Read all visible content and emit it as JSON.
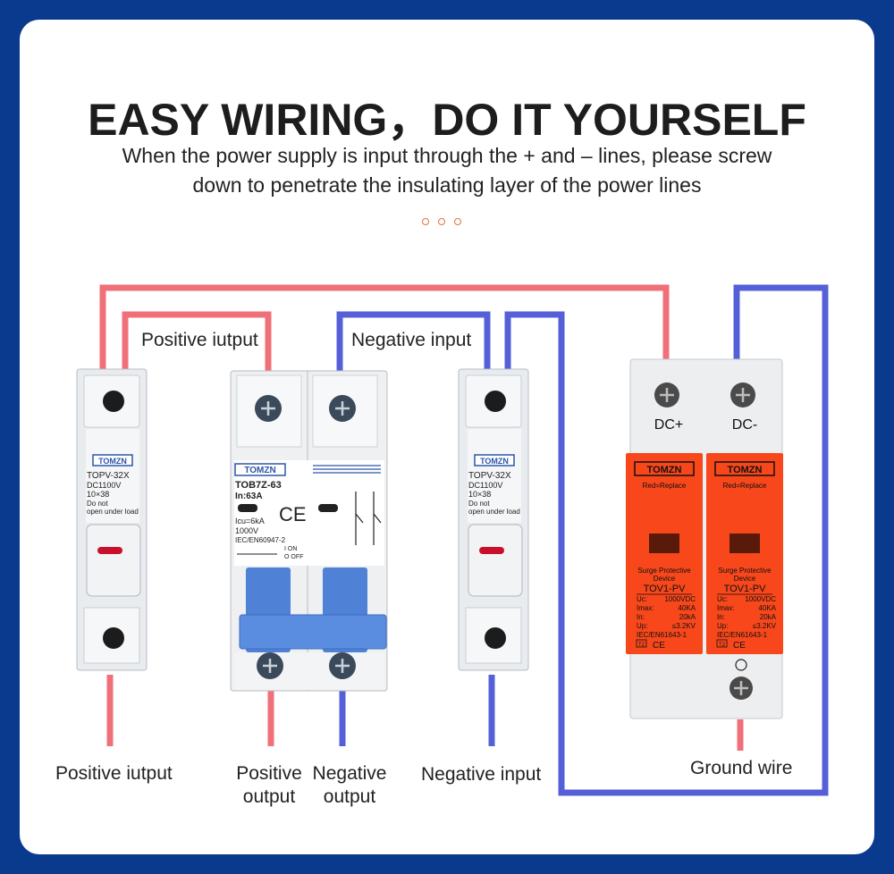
{
  "header": {
    "title": "EASY WIRING，DO IT YOURSELF",
    "subtitle_line1": "When the power supply is input through the + and – lines, please screw",
    "subtitle_line2": "down to penetrate the insulating layer of the power lines"
  },
  "labels": {
    "top_left": "Positive iutput",
    "top_mid": "Negative input",
    "bottom_left": "Positive iutput",
    "bottom_pos_line1": "Positive",
    "bottom_pos_line2": "output",
    "bottom_neg_line1": "Negative",
    "bottom_neg_line2": "output",
    "bottom_neg_input": "Negative input",
    "ground": "Ground wire"
  },
  "fuse_holder": {
    "brand": "TOMZN",
    "model": "TOPV-32X",
    "voltage": "DC1100V",
    "size": "10×38",
    "warning1": "Do not",
    "warning2": "open under load"
  },
  "breaker": {
    "brand": "TOMZN",
    "model": "TOB7Z-63",
    "rating": "In:63A",
    "icu": "Icu=6kA",
    "volt": "1000V",
    "standard": "IEC/EN60947-2",
    "on": "I ON",
    "off": "O OFF",
    "ce": "CE"
  },
  "spd": {
    "brand": "TOMZN",
    "replace": "Red=Replace",
    "dcplus": "DC+",
    "dcminus": "DC-",
    "name1": "Surge Protective",
    "name2": "Device",
    "model": "TOV1-PV",
    "uc": "Uc:",
    "uc_val": "1000VDC",
    "imax": "Imax:",
    "imax_val": "40KA",
    "in": "In:",
    "in_val": "20kA",
    "up": "Up:",
    "up_val": "≤3.2KV",
    "standard": "IEC/EN61643-1",
    "t2": "T2",
    "ce": "CE"
  },
  "colors": {
    "red_wire": "#f0707a",
    "blue_wire": "#5560d8",
    "frame": "#0a3a8e",
    "spd_orange": "#f7471b"
  }
}
